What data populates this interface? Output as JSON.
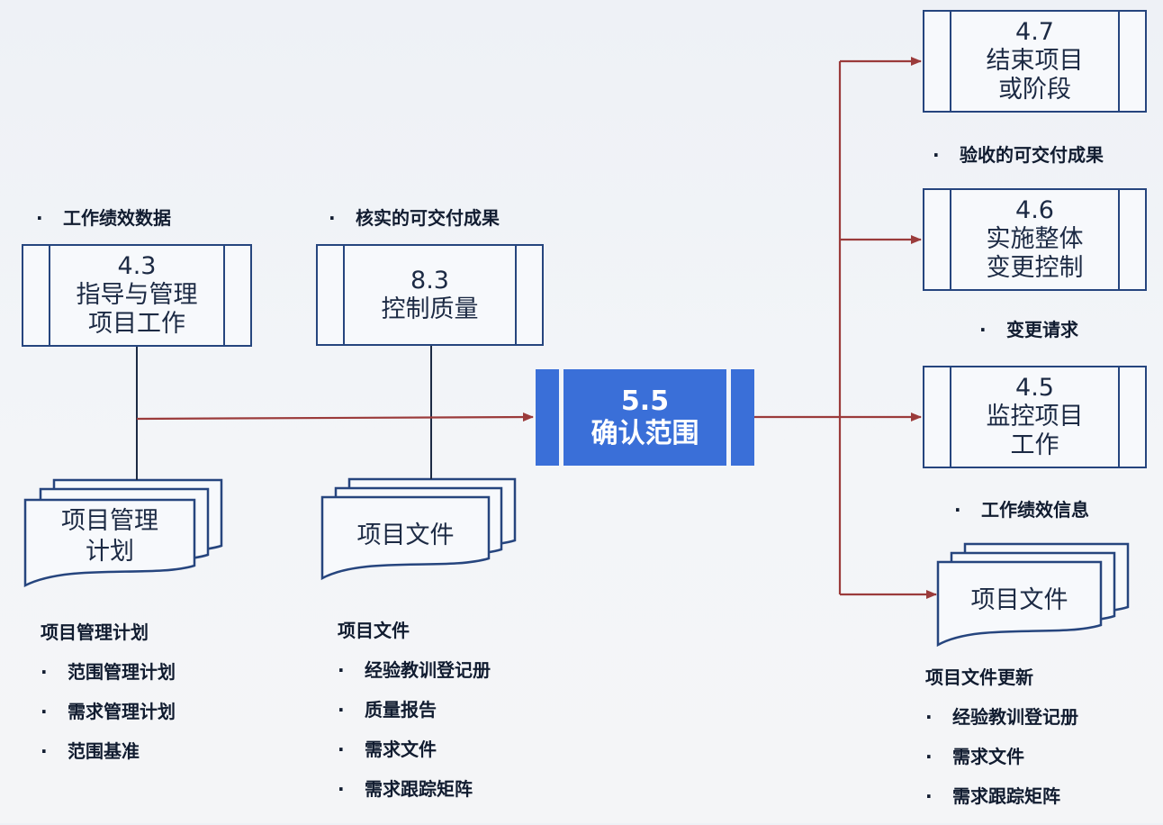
{
  "colors": {
    "box_border": "#26457e",
    "center_fill": "#3a6fd8",
    "arrow": "#9b3b3b",
    "connector": "#1c2a44"
  },
  "processes": {
    "p43": {
      "number": "4.3",
      "line1": "指导与管理",
      "line2": "项目工作"
    },
    "p83": {
      "number": "8.3",
      "line1": "控制质量",
      "line2": ""
    },
    "p55": {
      "number": "5.5",
      "line1": "确认范围"
    },
    "p47": {
      "number": "4.7",
      "line1": "结束项目",
      "line2": "或阶段"
    },
    "p46": {
      "number": "4.6",
      "line1": "实施整体",
      "line2": "变更控制"
    },
    "p45": {
      "number": "4.5",
      "line1": "监控项目",
      "line2": "工作"
    }
  },
  "documents": {
    "doc_pmp": {
      "line1": "项目管理",
      "line2": "计划"
    },
    "doc_files_in": {
      "line1": "项目文件"
    },
    "doc_files_out": {
      "line1": "项目文件"
    }
  },
  "flow_labels": {
    "work_perf_data": "工作绩效数据",
    "verified_deliverables": "核实的可交付成果",
    "accepted_deliverables": "验收的可交付成果",
    "change_requests": "变更请求",
    "work_perf_info": "工作绩效信息"
  },
  "lists": {
    "pmp": {
      "title": "项目管理计划",
      "items": [
        "范围管理计划",
        "需求管理计划",
        "范围基准"
      ]
    },
    "project_docs": {
      "title": "项目文件",
      "items": [
        "经验教训登记册",
        "质量报告",
        "需求文件",
        "需求跟踪矩阵"
      ]
    },
    "doc_updates": {
      "title": "项目文件更新",
      "items": [
        "经验教训登记册",
        "需求文件",
        "需求跟踪矩阵"
      ]
    }
  },
  "bullet_glyph": "·"
}
